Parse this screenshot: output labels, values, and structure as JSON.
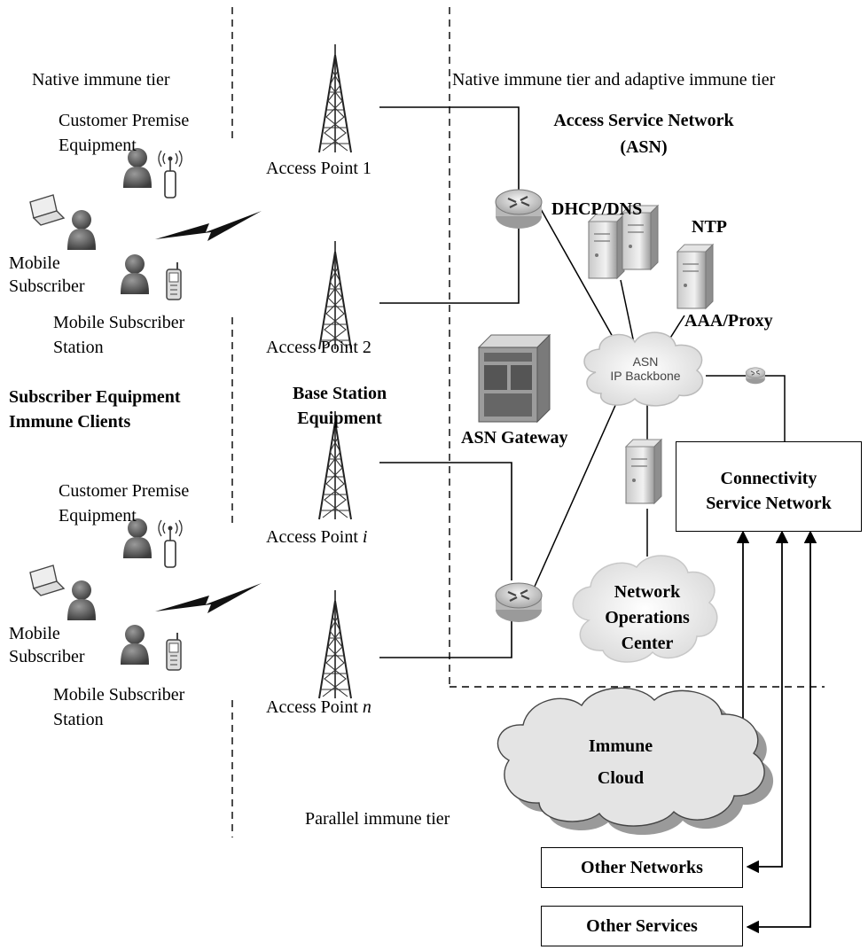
{
  "tiers": {
    "native_left": "Native immune tier",
    "native_adaptive": "Native immune tier and adaptive immune tier",
    "parallel": "Parallel immune tier"
  },
  "subscribers": {
    "cpe_label_top": "Customer Premise Equipment",
    "mobile_subscriber_top": "Mobile Subscriber",
    "mobile_station_top": "Mobile Subscriber Station",
    "group_label": "Subscriber Equipment Immune Clients",
    "cpe_label_bottom": "Customer Premise Equipment",
    "mobile_subscriber_bottom": "Mobile Subscriber",
    "mobile_station_bottom": "Mobile Subscriber Station"
  },
  "base_station": {
    "group_label": "Base Station Equipment",
    "ap1": "Access Point 1",
    "ap2": "Access Point 2",
    "api_prefix": "Access Point ",
    "api_var": "i",
    "apn_prefix": "Access Point ",
    "apn_var": "n"
  },
  "asn": {
    "title_line1": "Access Service Network",
    "title_line2": "(ASN)",
    "dhcp": "DHCP/DNS",
    "ntp": "NTP",
    "aaa": "AAA/Proxy",
    "backbone_line1": "ASN",
    "backbone_line2": "IP Backbone",
    "gateway": "ASN Gateway",
    "noc_line1": "Network",
    "noc_line2": "Operations",
    "noc_line3": "Center"
  },
  "csn": {
    "line1": "Connectivity",
    "line2": "Service Network"
  },
  "immune_cloud": {
    "line1": "Immune",
    "line2": "Cloud"
  },
  "other_networks": "Other Networks",
  "other_services": "Other Services"
}
